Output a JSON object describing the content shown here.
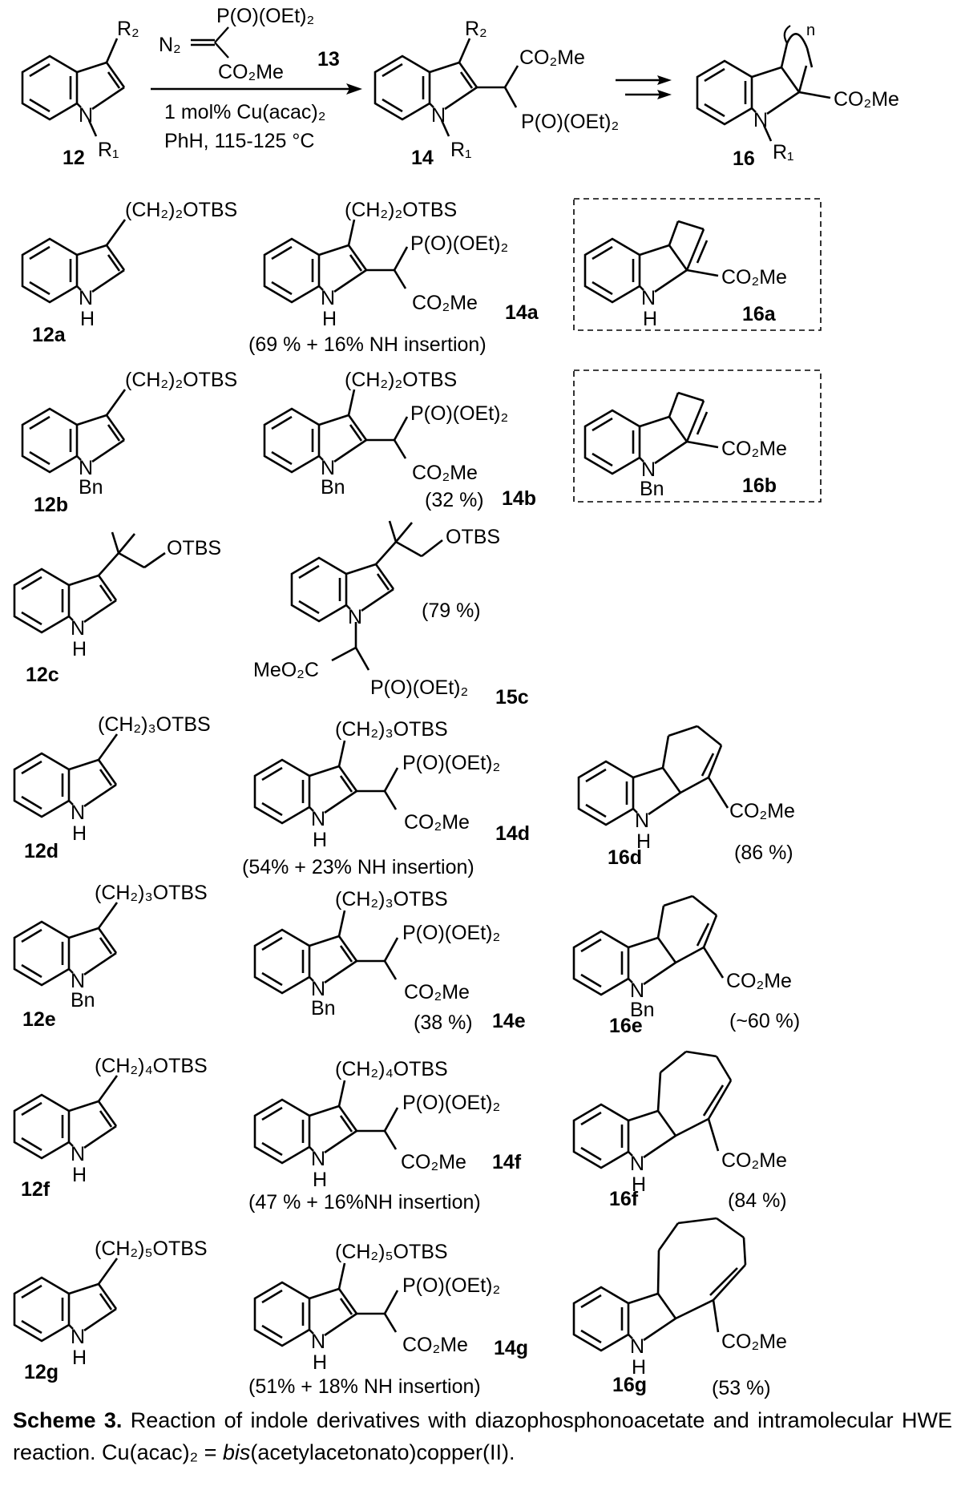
{
  "header": {
    "reagent_top": "P(O)(OEt)₂",
    "reagent_n2": "N₂",
    "reagent_bottom": "CO₂Me",
    "reagent_number": "13",
    "condition_1": "1 mol% Cu(acac)₂",
    "condition_2": "PhH, 115-125 °C",
    "compound_12": {
      "number": "12",
      "r1": "R₁",
      "r2": "R₂",
      "n": "N"
    },
    "compound_14": {
      "number": "14",
      "r1": "R₁",
      "r2": "R₂",
      "n": "N",
      "co2me": "CO₂Me",
      "phos": "P(O)(OEt)₂"
    },
    "compound_16": {
      "number": "16",
      "r1": "R₁",
      "n": "N",
      "co2me": "CO₂Me",
      "ring_n": "n"
    }
  },
  "rows": [
    {
      "start": {
        "number": "12a",
        "chain": "(CH₂)₂OTBS",
        "n": "N",
        "sub": "H"
      },
      "product": {
        "number": "14a",
        "chain": "(CH₂)₂OTBS",
        "n": "N",
        "sub": "H",
        "phos": "P(O)(OEt)₂",
        "co2me": "CO₂Me",
        "yield": "(69 % + 16% NH insertion)"
      },
      "cyclized": {
        "number": "16a",
        "n": "N",
        "sub": "H",
        "co2me": "CO₂Me",
        "yield": ""
      }
    },
    {
      "start": {
        "number": "12b",
        "chain": "(CH₂)₂OTBS",
        "n": "N",
        "sub": "Bn"
      },
      "product": {
        "number": "14b",
        "chain": "(CH₂)₂OTBS",
        "n": "N",
        "sub": "Bn",
        "phos": "P(O)(OEt)₂",
        "co2me": "CO₂Me",
        "yield": "(32 %)"
      },
      "cyclized": {
        "number": "16b",
        "n": "N",
        "sub": "Bn",
        "co2me": "CO₂Me",
        "yield": ""
      }
    },
    {
      "start": {
        "number": "12c",
        "otbs": "OTBS",
        "n": "N",
        "sub": "H"
      },
      "product": {
        "number": "15c",
        "otbs": "OTBS",
        "n": "N",
        "meo2c": "MeO₂C",
        "phos": "P(O)(OEt)₂",
        "yield": "(79 %)"
      }
    },
    {
      "start": {
        "number": "12d",
        "chain": "(CH₂)₃OTBS",
        "n": "N",
        "sub": "H"
      },
      "product": {
        "number": "14d",
        "chain": "(CH₂)₃OTBS",
        "n": "N",
        "sub": "H",
        "phos": "P(O)(OEt)₂",
        "co2me": "CO₂Me",
        "yield": "(54% + 23% NH insertion)"
      },
      "cyclized": {
        "number": "16d",
        "n": "N",
        "sub": "H",
        "co2me": "CO₂Me",
        "yield": "(86 %)"
      }
    },
    {
      "start": {
        "number": "12e",
        "chain": "(CH₂)₃OTBS",
        "n": "N",
        "sub": "Bn"
      },
      "product": {
        "number": "14e",
        "chain": "(CH₂)₃OTBS",
        "n": "N",
        "sub": "Bn",
        "phos": "P(O)(OEt)₂",
        "co2me": "CO₂Me",
        "yield": "(38 %)"
      },
      "cyclized": {
        "number": "16e",
        "n": "N",
        "sub": "Bn",
        "co2me": "CO₂Me",
        "yield": "(~60 %)"
      }
    },
    {
      "start": {
        "number": "12f",
        "chain": "(CH₂)₄OTBS",
        "n": "N",
        "sub": "H"
      },
      "product": {
        "number": "14f",
        "chain": "(CH₂)₄OTBS",
        "n": "N",
        "sub": "H",
        "phos": "P(O)(OEt)₂",
        "co2me": "CO₂Me",
        "yield": "(47 % + 16%NH insertion)"
      },
      "cyclized": {
        "number": "16f",
        "n": "N",
        "sub": "H",
        "co2me": "CO₂Me",
        "yield": "(84 %)"
      }
    },
    {
      "start": {
        "number": "12g",
        "chain": "(CH₂)₅OTBS",
        "n": "N",
        "sub": "H"
      },
      "product": {
        "number": "14g",
        "chain": "(CH₂)₅OTBS",
        "n": "N",
        "sub": "H",
        "phos": "P(O)(OEt)₂",
        "co2me": "CO₂Me",
        "yield": "(51% + 18% NH insertion)"
      },
      "cyclized": {
        "number": "16g",
        "n": "N",
        "sub": "H",
        "co2me": "CO₂Me",
        "yield": "(53 %)"
      }
    }
  ],
  "caption": {
    "label": "Scheme 3.",
    "text_1": " Reaction of indole derivatives with diazophosphonoacetate and intramolecular HWE reaction. Cu(acac)₂ = ",
    "italic": "bis",
    "text_2": "(acetylacetonato)copper(II)."
  }
}
